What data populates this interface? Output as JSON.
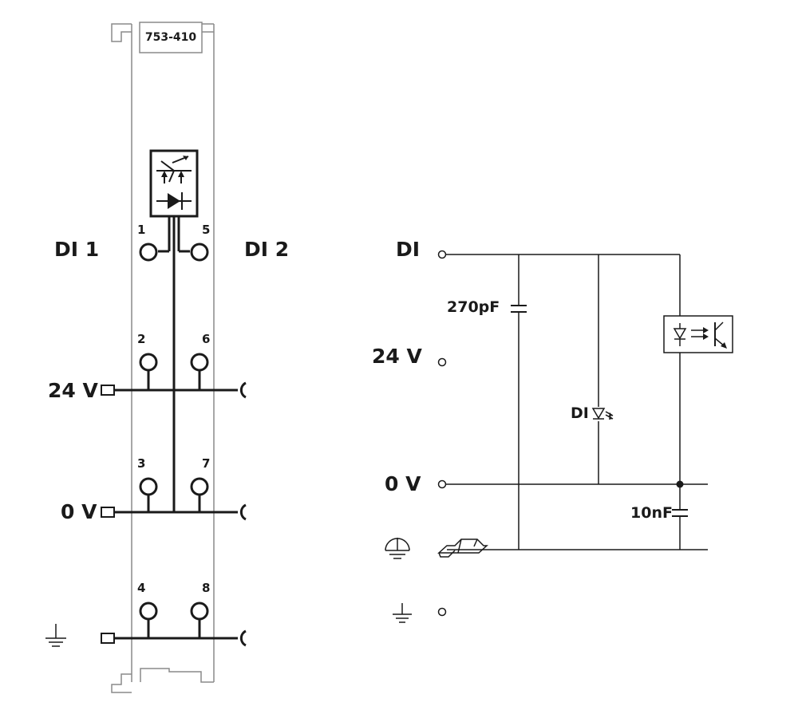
{
  "module": {
    "part_number": "753-410",
    "channel_left": "DI 1",
    "channel_right": "DI 2",
    "terminals": [
      "1",
      "2",
      "3",
      "4",
      "5",
      "6",
      "7",
      "8"
    ],
    "rail_24v": "24 V",
    "rail_0v": "0 V"
  },
  "schematic": {
    "input_label": "DI",
    "supply_label": "24 V",
    "ground_label": "0 V",
    "capacitor_input": "270pF",
    "capacitor_ground": "10nF",
    "led_label": "DI"
  }
}
